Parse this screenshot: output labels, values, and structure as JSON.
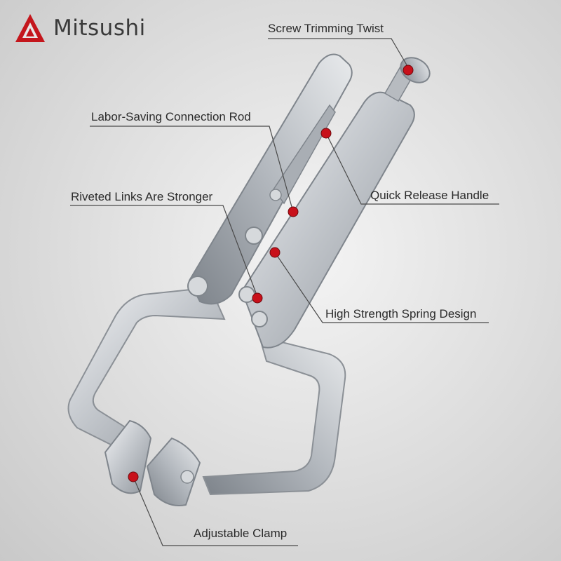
{
  "brand": {
    "name": "Mitsushi",
    "logo_icon": "red-triangle-logo-icon",
    "accent": "#c4161c"
  },
  "callouts": {
    "screw_trimming_twist": "Screw Trimming Twist",
    "labor_saving_rod": "Labor-Saving Connection Rod",
    "quick_release_handle": "Quick Release Handle",
    "riveted_links": "Riveted Links Are Stronger",
    "high_strength_spring": "High Strength Spring Design",
    "adjustable_clamp": "Adjustable Clamp"
  },
  "colors": {
    "marker": "#c8101a",
    "leader_line": "#4a4a4a",
    "metal": "#c9cdd2"
  }
}
